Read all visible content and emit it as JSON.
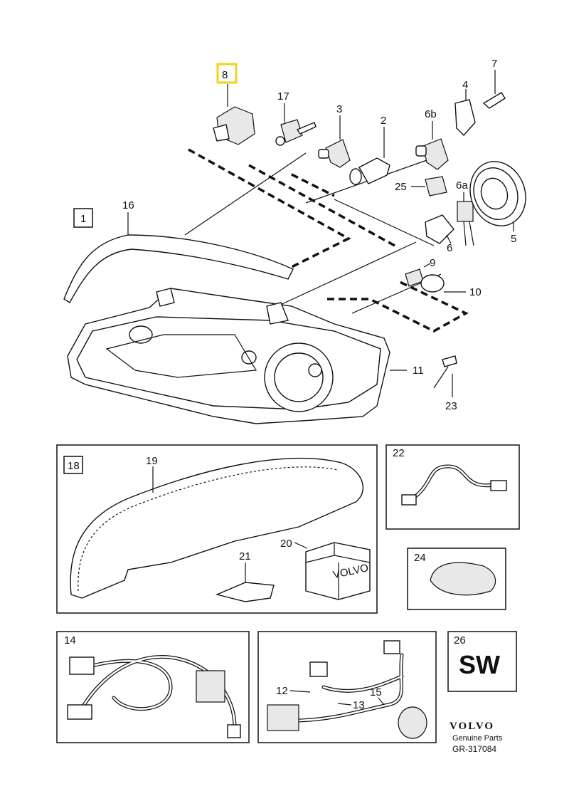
{
  "callouts": {
    "p1": "1",
    "p2": "2",
    "p3": "3",
    "p4": "4",
    "p5": "5",
    "p6": "6",
    "p6a": "6a",
    "p6b": "6b",
    "p7": "7",
    "p8": "8",
    "p9": "9",
    "p10": "10",
    "p11": "11",
    "p12": "12",
    "p13": "13",
    "p14": "14",
    "p15": "15",
    "p16": "16",
    "p17": "17",
    "p18": "18",
    "p19": "19",
    "p20": "20",
    "p21": "21",
    "p22": "22",
    "p23": "23",
    "p24": "24",
    "p25": "25",
    "p26": "26"
  },
  "box_label": "VOLVO",
  "sw_label": "SW",
  "footer": {
    "brand": "VOLVO",
    "sub": "Genuine Parts",
    "ref": "GR-317084"
  },
  "colors": {
    "highlight": "#f2d21b",
    "ink": "#111111"
  }
}
